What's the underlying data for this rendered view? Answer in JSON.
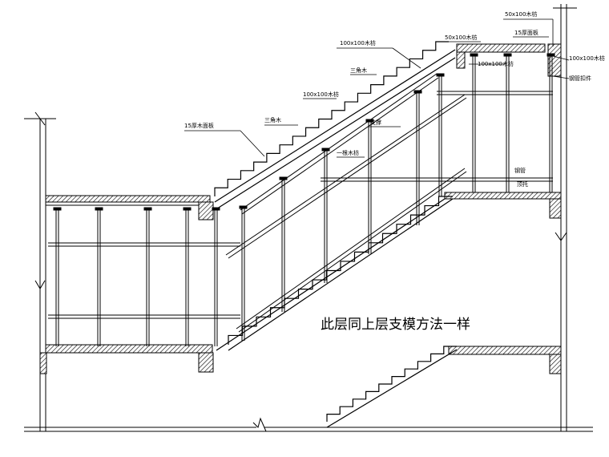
{
  "drawing": {
    "note": "此层同上层支模方法一样",
    "labels": {
      "beam_50x100_top": "50x100木枋",
      "plank_15_top": "15厚面板",
      "wood_100x100_top": "100x100木枋",
      "triangle_wood_upper": "三角木",
      "beam_50x100_mid": "50x100木枋",
      "beam_100x100_right": "100x100木枋",
      "scaffold_clamp": "钢管扣件",
      "wood_100x100_mid": "100x100木枋",
      "triangle_wood_lower": "三角木",
      "plank_15_mid": "15厚木面板",
      "wood_100x100_brace": "100x100木枋",
      "brace_label_2": "支撑",
      "pole_label": "一根木枋",
      "tube_label": "钢管",
      "jack_label": "顶托"
    }
  }
}
